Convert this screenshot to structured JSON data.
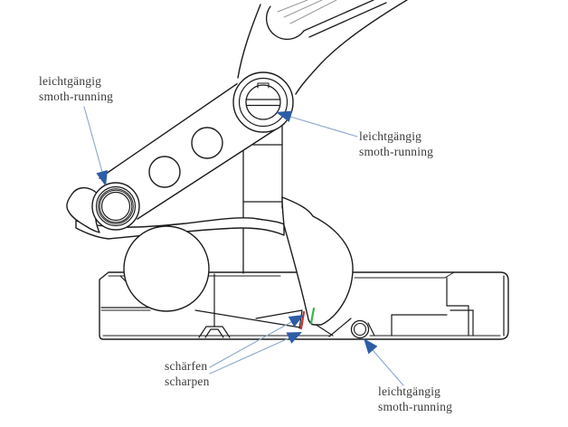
{
  "diagram": {
    "background": "#ffffff",
    "colors": {
      "line": "#1c1c1c",
      "leader": "#8ba7cb",
      "arrow": "#2d5da6",
      "sharpen_edge_red": "#cf2a2a",
      "sharpen_edge_green": "#3db54a",
      "grip_lines": "#9a9a9a",
      "text": "#3b3b3b"
    },
    "labels": [
      {
        "id": "smooth-running-top-left",
        "lines": [
          "leichtgängig",
          "smoth-running"
        ]
      },
      {
        "id": "smooth-running-right",
        "lines": [
          "leichtgängig",
          "smoth-running"
        ]
      },
      {
        "id": "sharpen",
        "lines": [
          "schärfen",
          "scharpen"
        ]
      },
      {
        "id": "smooth-running-bottom-right",
        "lines": [
          "leichtgängig",
          "smoth-running"
        ]
      }
    ]
  }
}
